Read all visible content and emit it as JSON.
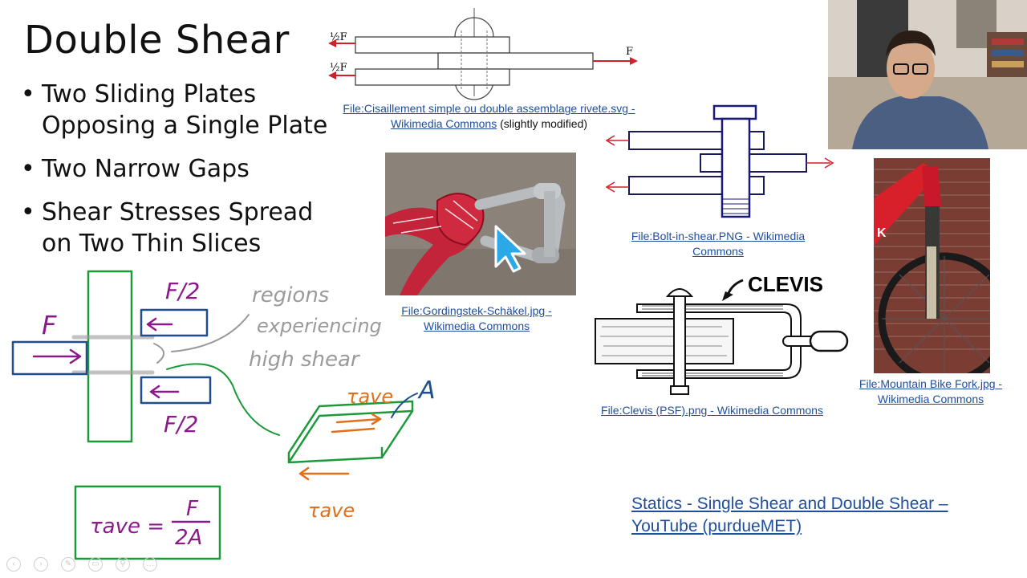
{
  "slide": {
    "title": "Double Shear",
    "bullets": [
      "Two Sliding Plates Opposing a Single Plate",
      "Two Narrow Gaps",
      "Shear Stresses Spread on Two Thin Slices"
    ]
  },
  "figures": {
    "rivet_diagram": {
      "labels": {
        "half_f_top": "½F",
        "half_f_bottom": "½F",
        "f_right": "F"
      },
      "caption_link": "File:Cisaillement simple ou double assemblage rivete.svg - Wikimedia Commons",
      "caption_note": "(slightly modified)"
    },
    "shackle_photo": {
      "caption_link": "File:Gordingstek-Schäkel.jpg - Wikimedia Commons"
    },
    "bolt_diagram": {
      "caption_link": "File:Bolt-in-shear.PNG - Wikimedia Commons"
    },
    "clevis_diagram": {
      "label": "CLEVIS",
      "caption_link": "File:Clevis (PSF).png - Wikimedia Commons"
    },
    "bike_fork_photo": {
      "caption_link": "File:Mountain Bike Fork.jpg - Wikimedia Commons"
    }
  },
  "annotations": {
    "force_f": "F",
    "force_half_top": "F/2",
    "force_half_bottom": "F/2",
    "regions_line1": "regions",
    "regions_line2": "experiencing",
    "regions_line3": "high shear",
    "tau_ave_top": "τave",
    "area_a": "A",
    "tau_ave_bottom": "τave",
    "formula_lhs": "τave =",
    "formula_num": "F",
    "formula_den": "2A"
  },
  "footer_link": "Statics - Single Shear and Double Shear – YouTube (purdueMET)",
  "colors": {
    "link": "#1f4e9c",
    "ink_blue": "#1f4e8a",
    "ink_green": "#1c9a3a",
    "ink_purple": "#8a1a8a",
    "ink_orange": "#e0701a",
    "ink_gray": "#9a9a9a",
    "arrow_red": "#d0202a",
    "cursor": "#2aa8e8"
  },
  "nav_icons": [
    "back-icon",
    "play-icon",
    "pen-icon",
    "slides-icon",
    "search-icon",
    "more-icon"
  ]
}
